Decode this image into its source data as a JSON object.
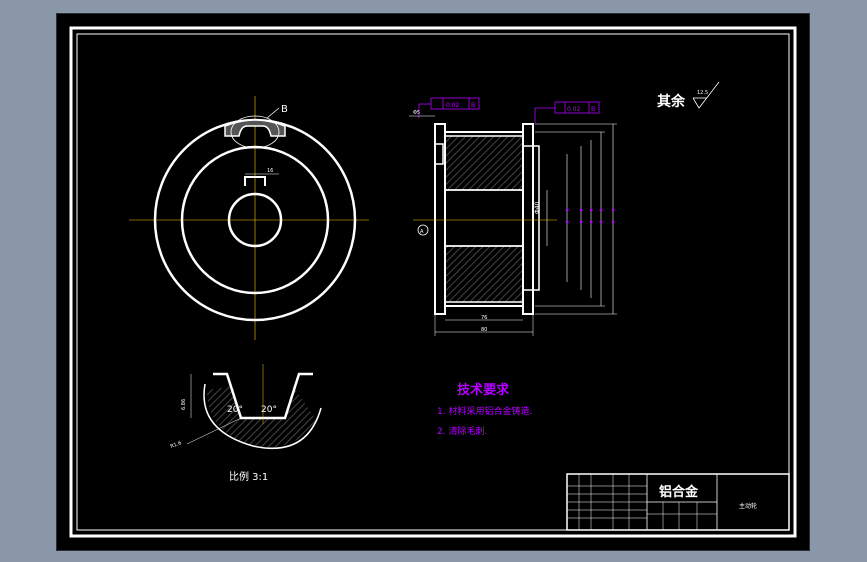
{
  "colors": {
    "background": "#000000",
    "outer_bg": "#8a97a8",
    "line": "#ffffff",
    "accent": "#b400ff",
    "hatch": "#333333"
  },
  "front_view": {
    "detail_label": "B",
    "keyway_dim": "16"
  },
  "section_view": {
    "tolerance_left": "0.02",
    "tolerance_left_ref": "B",
    "tolerance_right": "0.02",
    "tolerance_right_ref": "B",
    "bottom_dim_inner": "76",
    "bottom_dim_outer": "80",
    "bore_dim": "Φ40",
    "left_label": "A",
    "side_dim": "Φ5"
  },
  "roughness": {
    "label": "其余",
    "value": "12.5"
  },
  "detail": {
    "angle_left": "20°",
    "angle_right": "20°",
    "depth": "6.86",
    "radius": "R1.6",
    "scale": "比例 3:1"
  },
  "tech_requirements": {
    "title": "技术要求",
    "items": [
      "1. 材料采用铝合金铸造.",
      "2. 清除毛刺."
    ]
  },
  "title_block": {
    "material": "铝合金",
    "part_name": "主动轮"
  }
}
